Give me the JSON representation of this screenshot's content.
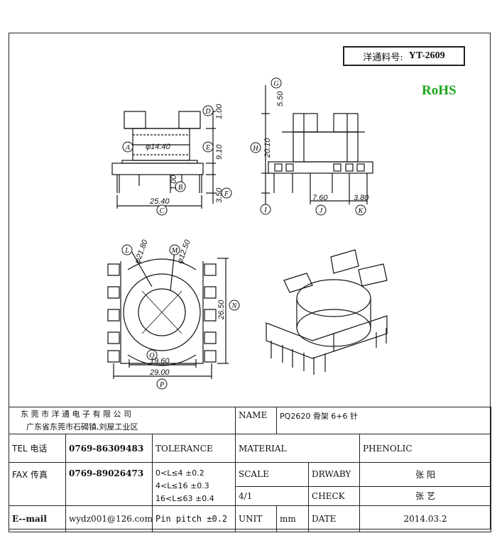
{
  "part_label": "洋通料号:",
  "part_number": "YT-2609",
  "rohs": "RoHS",
  "dims": {
    "d1440": "φ14.40",
    "d100a": "1.00",
    "d910": "9.10",
    "d100b": "1.00",
    "d350": "3.50",
    "d2540": "25.40",
    "d550": "5.50",
    "d2010": "20.10",
    "d760": "7.60",
    "d380": "3.80",
    "d2180": "φ21.80",
    "d1250": "φ12.50",
    "d2650": "26.50",
    "d1960": "19.60",
    "d2900": "29.00"
  },
  "labels": {
    "A": "A",
    "B": "B",
    "C": "C",
    "D": "D",
    "E": "E",
    "F": "F",
    "G": "G",
    "H": "H",
    "I": "I",
    "J": "J",
    "K": "K",
    "L": "L",
    "M": "M",
    "N": "N",
    "O": "O",
    "P": "P"
  },
  "title_block": {
    "company": "东 莞 市 洋 通 电 子 有 限 公 司",
    "address": "广东省东莞市石碣镇,刘屋工业区",
    "name_label": "NAME",
    "name_value": "PQ2620 骨架 6+6 针",
    "tel_label": "TEL 电话",
    "tel_value": "0769-86309483",
    "tolerance_label": "TOLERANCE",
    "material_label": "MATERIAL",
    "material_value": "PHENOLIC",
    "fax_label": "FAX 传真",
    "fax_value": "0769-89026473",
    "tol1": "0<L≤4   ±0.2",
    "tol2": "4<L≤16  ±0.3",
    "tol3": "16<L≤63 ±0.4",
    "pin_pitch": "Pin pitch ±0.2",
    "scale_label": "SCALE",
    "scale_value": "4/1",
    "drawby_label": "DRWABY",
    "drawby_value": "张 阳",
    "check_label": "CHECK",
    "check_value": "张 艺",
    "email_label": "E--mail",
    "email_value": "wydz001@126.com",
    "unit_label": "UNIT",
    "unit_value": "mm",
    "date_label": "DATE",
    "date_value": "2014.03.2"
  }
}
